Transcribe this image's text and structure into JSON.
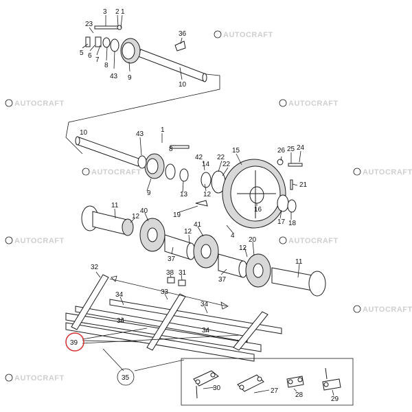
{
  "watermark": {
    "text": "AUTOCRAFT"
  },
  "highlight": {
    "label": "39",
    "color": "#d32f2f"
  },
  "callouts": {
    "c1": "1",
    "c2": "2",
    "c3": "3",
    "c4": "4",
    "c5": "5",
    "c6": "6",
    "c7": "7",
    "c8": "8",
    "c9": "9",
    "c10": "10",
    "c11": "11",
    "c12": "12",
    "c13": "13",
    "c14": "14",
    "c15": "15",
    "c16": "16",
    "c17": "17",
    "c18": "18",
    "c19": "19",
    "c20": "20",
    "c21": "21",
    "c22": "22",
    "c23": "23",
    "c24": "24",
    "c25": "25",
    "c26": "26",
    "c27": "27",
    "c28": "28",
    "c29": "29",
    "c30": "30",
    "c31": "31",
    "c32": "32",
    "c33": "33",
    "c34": "34",
    "c35": "35",
    "c36": "36",
    "c37": "37",
    "c38": "38",
    "c40": "40",
    "c41": "41",
    "c42": "42",
    "c43": "43"
  }
}
